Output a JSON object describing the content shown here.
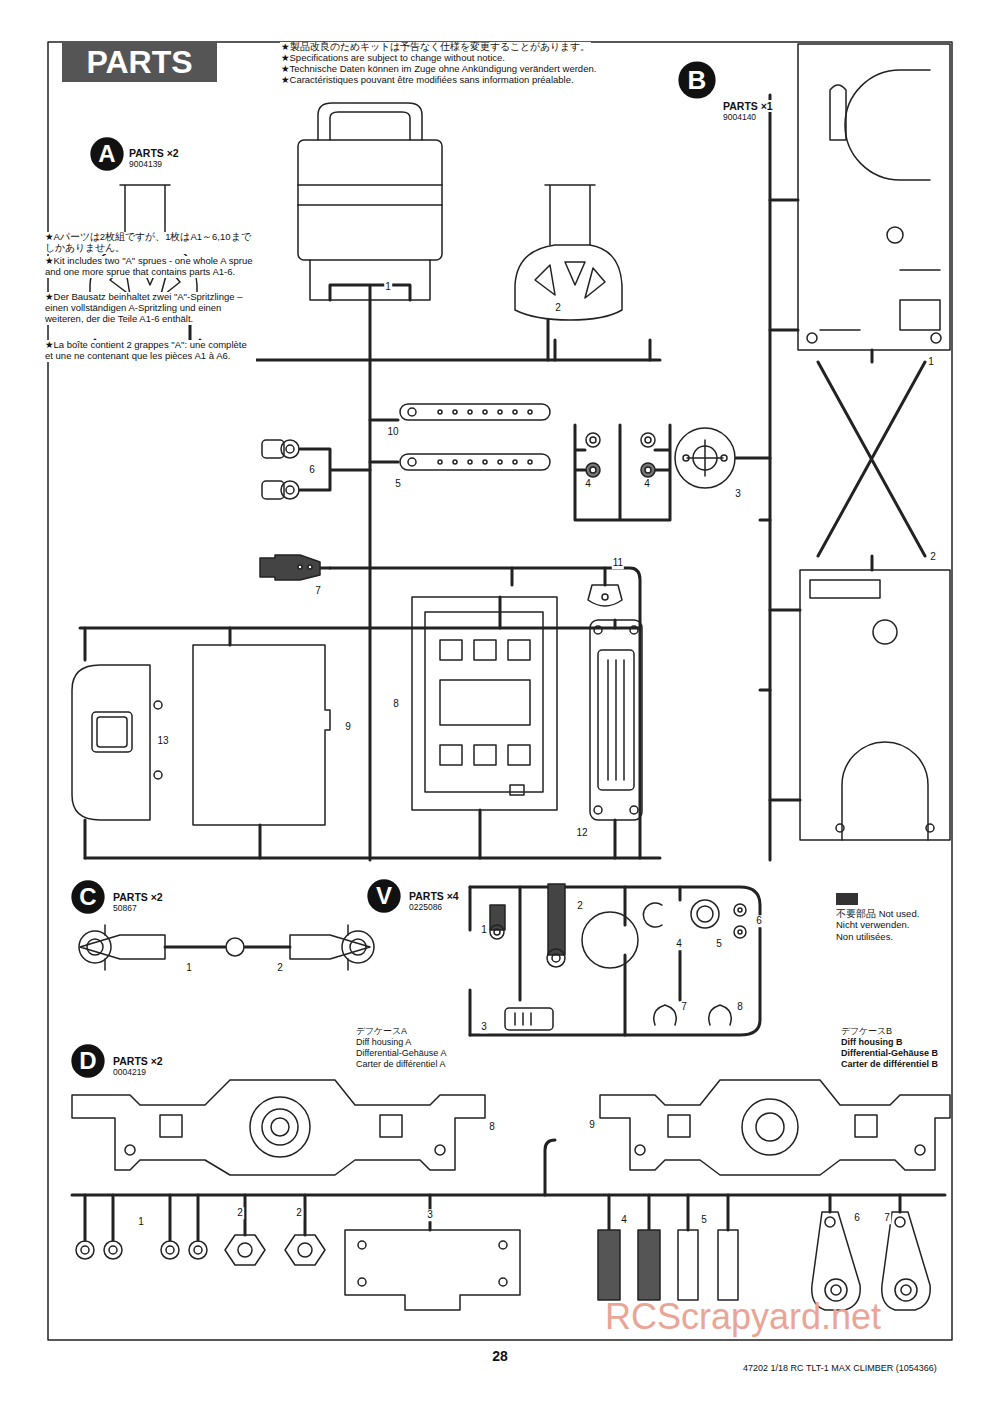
{
  "diagram": {
    "nodes": [
      {
        "text": [
          "PARTS"
        ]
      },
      {
        "text": [
          "A"
        ]
      },
      {
        "text": [
          "B"
        ]
      },
      {
        "text": [
          "C"
        ]
      },
      {
        "text": [
          "V"
        ]
      },
      {
        "text": [
          "D"
        ]
      }
    ],
    "labels": [
      "★製品改良のためキットは予告なく仕様を変更することがあります。",
      "★Specifications are subject to change without notice.",
      "★Technische Daten können im Zuge ohne Ankündigung verändert werden.",
      "★Caractéristiques pouvant être modifiées sans information préalable.",
      "PARTS ×2",
      "9004139",
      "1",
      "3",
      "2",
      "10",
      "6",
      "5",
      "4",
      "4",
      "7",
      "11",
      "13",
      "9",
      "8",
      "12",
      "★Aパーツは2枚組ですが、1枚はA1～6,10までしかありません。",
      "★Kit includes two \"A\" sprues - one whole A sprue and one more sprue that contains parts A1-6.",
      "★Der Bausatz beinhaltet zwei \"A\"-Spritzlinge – einen vollständigen A-Spritzling und einen weiteren, der die Teile A1-6 enthält.",
      "★La boîte contient 2 grappes \"A\": une complète et une ne contenant que les pièces A1 à A6.",
      "PARTS ×1",
      "9004140",
      "1",
      "3",
      "2",
      "PARTS ×2",
      "50867",
      "1",
      "2",
      "PARTS ×4",
      "0225086",
      "1",
      "2",
      "3",
      "4",
      "5",
      "6",
      "7",
      "8",
      "PARTS ×2",
      "0004219",
      "デフケースA",
      "Diff housing A",
      "Differential-Gehäuse A",
      "Carter de différentiel A",
      "8",
      "デフケースB",
      "Diff housing B",
      "Differential-Gehäuse B",
      "Carter de différentiel B",
      "9",
      "1",
      "2",
      "2",
      "3",
      "4",
      "5",
      "6",
      "7",
      "28",
      "47202 1/18 RC TLT-1 MAX CLIMBER (1054366)",
      "RCScrapyard.net"
    ],
    "legend": [
      {
        "text": "不要部品 Not used. Nicht verwenden. Non utilisées.",
        "color": "#333333"
      }
    ]
  }
}
